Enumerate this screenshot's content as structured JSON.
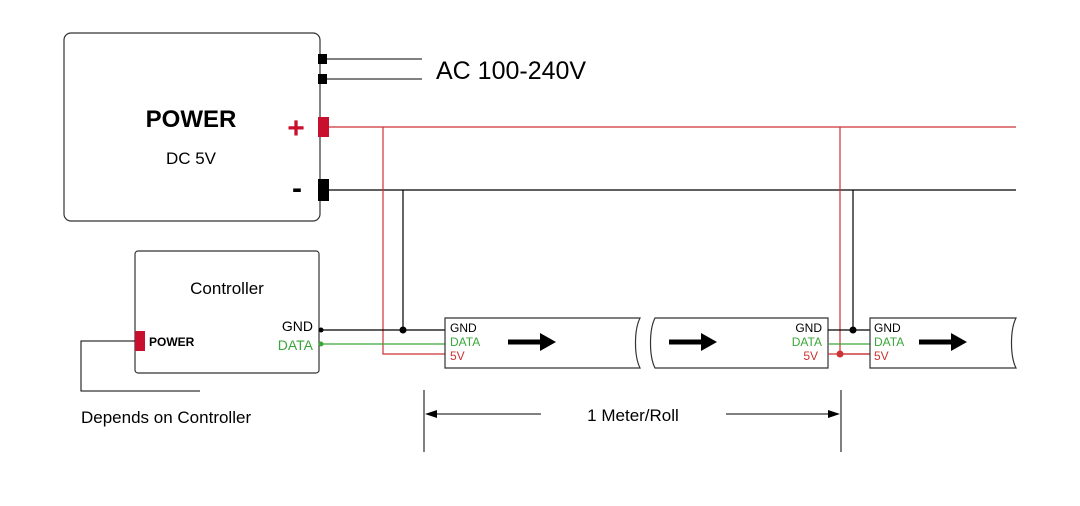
{
  "power_supply": {
    "title": "POWER",
    "subtitle": "DC 5V",
    "plus_label": "+",
    "minus_label": "-",
    "ac_label": "AC 100-240V"
  },
  "controller": {
    "title": "Controller",
    "power_port_label": "POWER",
    "gnd_label": "GND",
    "data_label": "DATA",
    "note": "Depends on Controller"
  },
  "strip_segments": [
    {
      "gnd_label": "GND",
      "data_label": "DATA",
      "v5_label": "5V"
    },
    {
      "gnd_label": "GND",
      "data_label": "DATA",
      "v5_label": "5V"
    },
    {
      "gnd_label": "GND",
      "data_label": "DATA",
      "v5_label": "5V"
    }
  ],
  "dimension": {
    "label": "1 Meter/Roll"
  },
  "colors": {
    "positive_wire": "#cc3333",
    "ground_wire": "#000000",
    "data_wire": "#3aa63a",
    "terminal_red": "#c8102e"
  }
}
